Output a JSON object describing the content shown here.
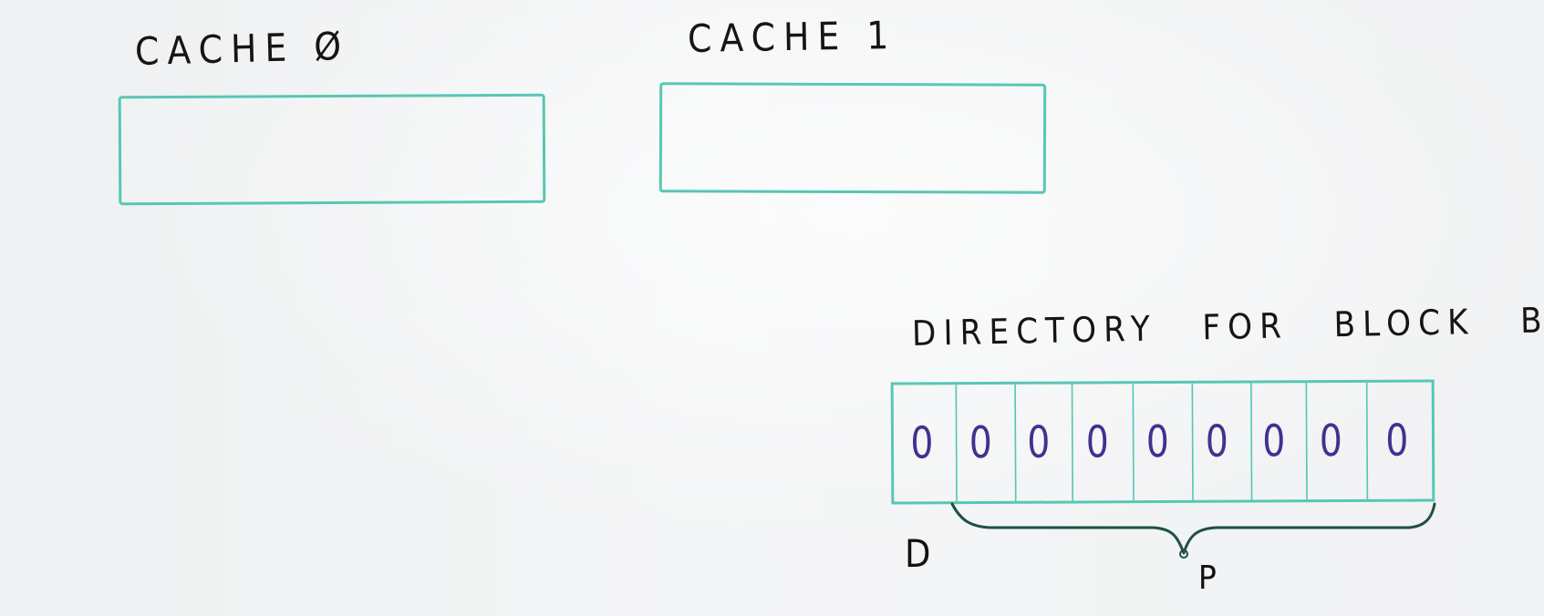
{
  "diagram": {
    "caches": [
      {
        "label": "CACHE Ø"
      },
      {
        "label": "CACHE 1"
      }
    ],
    "directory": {
      "title_words": [
        "DIRECTORY",
        "FOR",
        "BLOCK",
        "B"
      ],
      "bits": [
        "0",
        "0",
        "0",
        "0",
        "0",
        "0",
        "0",
        "0",
        "0"
      ],
      "left_label": "D",
      "brace_label": "P"
    },
    "colors": {
      "box_stroke": "#57c7b4",
      "bit_text": "#42318f",
      "annotation_stroke": "#1f4f47"
    }
  }
}
